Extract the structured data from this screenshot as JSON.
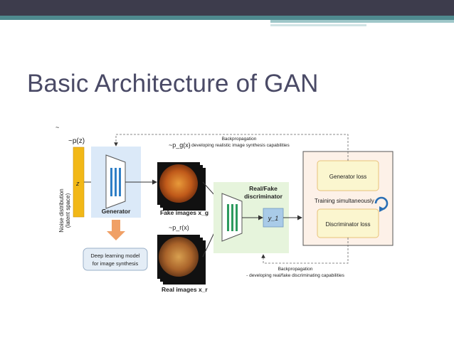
{
  "slide": {
    "title": "Basic Architecture of GAN",
    "colors": {
      "top_bar": "#3d3c4c",
      "accent": "#4f8a8f",
      "title_text": "#4a4a66"
    }
  },
  "diagram": {
    "small_mark": "~",
    "noise_dist_label": "~p(z)",
    "noise_axis_label_1": "Noise distribution",
    "noise_axis_label_2": "(latent space)",
    "z_label": "z",
    "generator_label": "Generator",
    "deep_learning_label_1": "Deep learning model",
    "deep_learning_label_2": "for image synthesis",
    "fake_dist_label": "~p_g(x)",
    "fake_images_label": "Fake images x_g",
    "real_dist_label": "~p_r(x)",
    "real_images_label": "Real images x_r",
    "discriminator_label_1": "Real/Fake",
    "discriminator_label_2": "discriminator",
    "y_label": "y_1",
    "backprop_top_title": "Backpropagation",
    "backprop_top_sub": "- developing realistic image synthesis capabilities",
    "backprop_bottom_title": "Backpropagation",
    "backprop_bottom_sub": "- developing real/fake discriminating capabilities",
    "generator_loss_label": "Generator loss",
    "training_label": "Training simultaneously",
    "discriminator_loss_label": "Discriminator loss",
    "refresh_icon": "refresh-icon",
    "colors": {
      "noise_bar": "#f2b817",
      "generator_bg": "#dbe9f8",
      "generator_bars": "#2f7fc6",
      "discriminator_bg": "#e6f4dc",
      "discriminator_bars": "#2c9a5e",
      "y_box": "#a9cbe8",
      "loss_panel_bg": "#fdf1e8",
      "loss_box_bg": "#fbf6cf",
      "loss_box_border": "#e8c27a",
      "arrow_orange": "#f0a066",
      "refresh": "#2a6fb5"
    }
  }
}
